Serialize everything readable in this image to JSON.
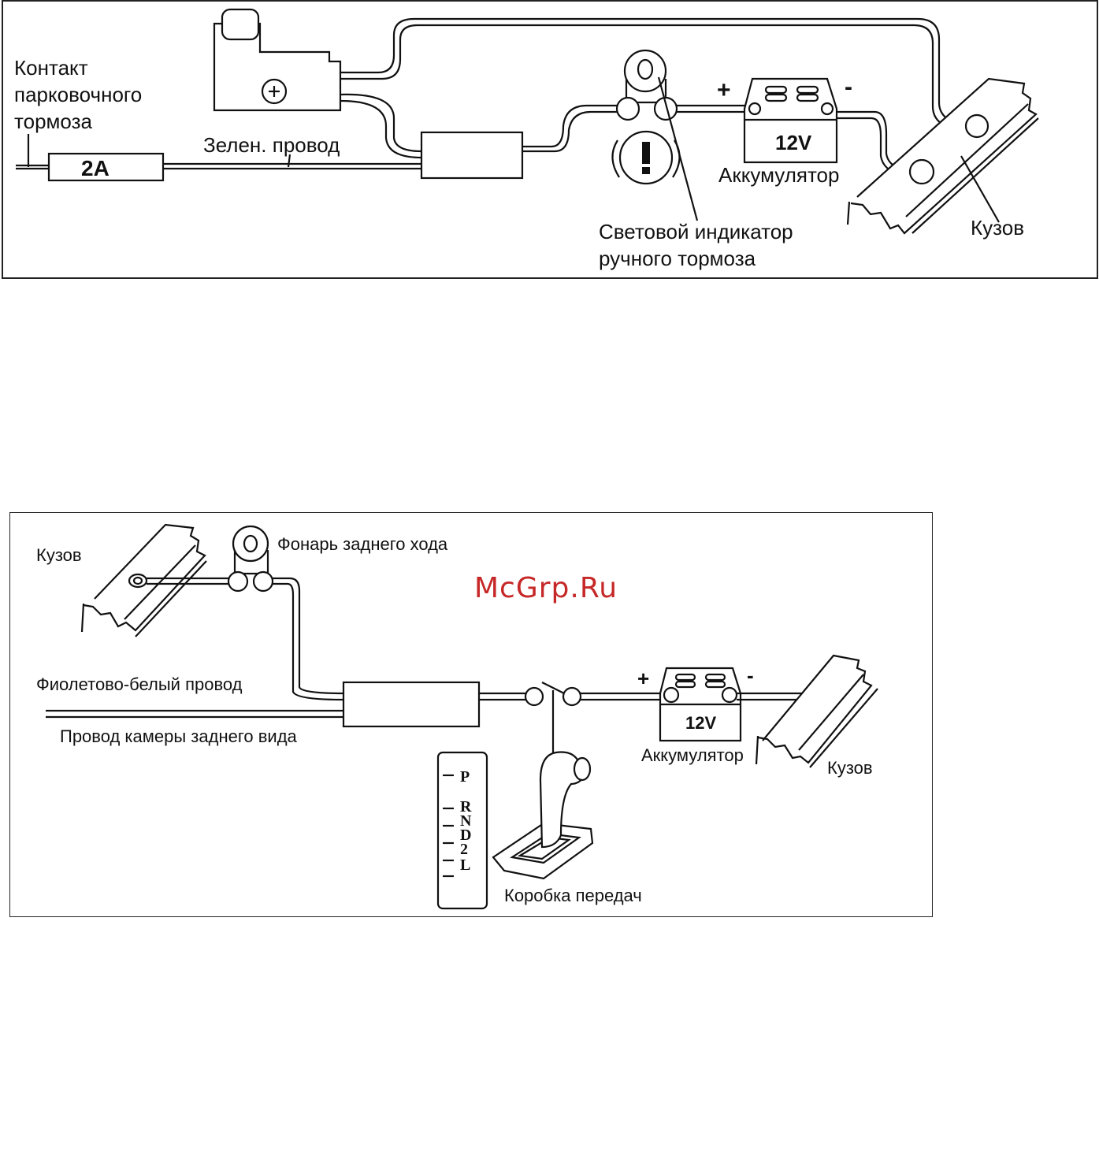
{
  "top_diagram": {
    "parking_contact_label_1": "Контакт",
    "parking_contact_label_2": "парковочного",
    "parking_contact_label_3": "тормоза",
    "fuse_label": "2A",
    "green_wire_label": "Зелен. провод",
    "battery_label": "Аккумулятор",
    "battery_voltage": "12V",
    "plus_sign": "+",
    "minus_sign": "-",
    "brake_indicator_label_1": "Световой индикатор",
    "brake_indicator_label_2": "ручного тормоза",
    "body_label": "Кузов"
  },
  "watermark": "McGrp.Ru",
  "bottom_diagram": {
    "body_label_left": "Кузов",
    "reverse_light_label": "Фонарь заднего хода",
    "violet_white_wire_label": "Фиолетово-белый провод",
    "camera_wire_label": "Провод камеры заднего вида",
    "battery_label": "Аккумулятор",
    "battery_voltage": "12V",
    "plus_sign": "+",
    "minus_sign": "-",
    "body_label_right": "Кузов",
    "gearbox_label": "Коробка передач",
    "gear_positions": [
      "P",
      "R",
      "N",
      "D",
      "2",
      "L"
    ]
  }
}
